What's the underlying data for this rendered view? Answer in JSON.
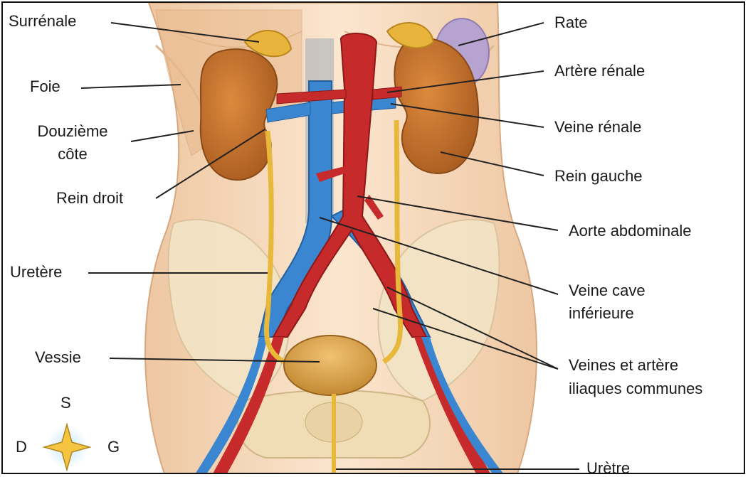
{
  "labels": {
    "surrenale": "Surrénale",
    "foie": "Foie",
    "douzieme_line1": "Douzième",
    "douzieme_line2": "côte",
    "rein_droit": "Rein droit",
    "uretere": "Uretère",
    "vessie": "Vessie",
    "rate": "Rate",
    "artere_renale": "Artère rénale",
    "veine_renale": "Veine rénale",
    "rein_gauche": "Rein gauche",
    "aorte": "Aorte abdominale",
    "veine_cave_line1": "Veine cave",
    "veine_cave_line2": "inférieure",
    "iliaques_line1": "Veines et artère",
    "iliaques_line2": "iliaques communes",
    "uretre": "Urètre"
  },
  "compass": {
    "north": "S",
    "west": "D",
    "east": "G"
  },
  "colors": {
    "skin": "#f7dcc0",
    "kidney": "#c8742e",
    "artery": "#c62a2a",
    "vein": "#3b86d1",
    "ureter": "#e8b83a",
    "bone": "#f1e2c0",
    "bladder": "#d9a24a",
    "spleen": "#b7a3cf"
  }
}
